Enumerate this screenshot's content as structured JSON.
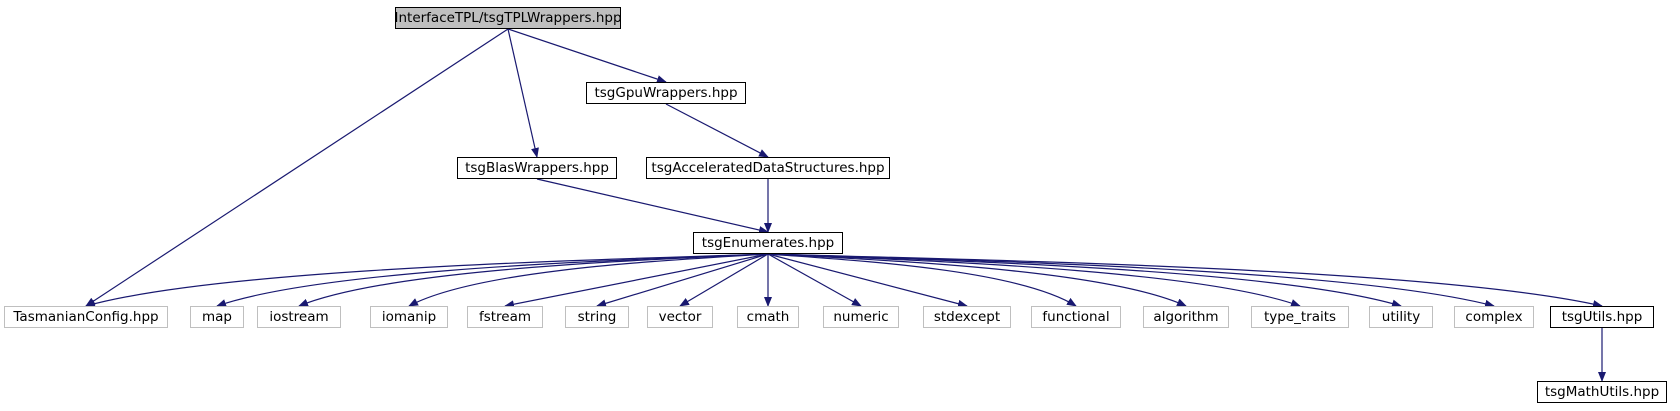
{
  "graph": {
    "root": "InterfaceTPL/tsgTPLWrappers.hpp",
    "nodes": [
      {
        "id": "tpl",
        "label": "InterfaceTPL/tsgTPLWrappers.hpp",
        "kind": "root"
      },
      {
        "id": "gpu",
        "label": "tsgGpuWrappers.hpp",
        "kind": "linked"
      },
      {
        "id": "blas",
        "label": "tsgBlasWrappers.hpp",
        "kind": "linked"
      },
      {
        "id": "accel",
        "label": "tsgAcceleratedDataStructures.hpp",
        "kind": "linked"
      },
      {
        "id": "enum",
        "label": "tsgEnumerates.hpp",
        "kind": "linked"
      },
      {
        "id": "config",
        "label": "TasmanianConfig.hpp",
        "kind": "external"
      },
      {
        "id": "map",
        "label": "map",
        "kind": "external"
      },
      {
        "id": "iostream",
        "label": "iostream",
        "kind": "external"
      },
      {
        "id": "iomanip",
        "label": "iomanip",
        "kind": "external"
      },
      {
        "id": "fstream",
        "label": "fstream",
        "kind": "external"
      },
      {
        "id": "string",
        "label": "string",
        "kind": "external"
      },
      {
        "id": "vector",
        "label": "vector",
        "kind": "external"
      },
      {
        "id": "cmath",
        "label": "cmath",
        "kind": "external"
      },
      {
        "id": "numeric",
        "label": "numeric",
        "kind": "external"
      },
      {
        "id": "stdexcept",
        "label": "stdexcept",
        "kind": "external"
      },
      {
        "id": "functional",
        "label": "functional",
        "kind": "external"
      },
      {
        "id": "algorithm",
        "label": "algorithm",
        "kind": "external"
      },
      {
        "id": "type_traits",
        "label": "type_traits",
        "kind": "external"
      },
      {
        "id": "utility",
        "label": "utility",
        "kind": "external"
      },
      {
        "id": "complex",
        "label": "complex",
        "kind": "external"
      },
      {
        "id": "utils",
        "label": "tsgUtils.hpp",
        "kind": "linked"
      },
      {
        "id": "mathutils",
        "label": "tsgMathUtils.hpp",
        "kind": "linked"
      }
    ],
    "edges": [
      {
        "from": "tpl",
        "to": "gpu"
      },
      {
        "from": "tpl",
        "to": "blas"
      },
      {
        "from": "tpl",
        "to": "config"
      },
      {
        "from": "gpu",
        "to": "accel"
      },
      {
        "from": "blas",
        "to": "enum"
      },
      {
        "from": "accel",
        "to": "enum"
      },
      {
        "from": "enum",
        "to": "config"
      },
      {
        "from": "enum",
        "to": "map"
      },
      {
        "from": "enum",
        "to": "iostream"
      },
      {
        "from": "enum",
        "to": "iomanip"
      },
      {
        "from": "enum",
        "to": "fstream"
      },
      {
        "from": "enum",
        "to": "string"
      },
      {
        "from": "enum",
        "to": "vector"
      },
      {
        "from": "enum",
        "to": "cmath"
      },
      {
        "from": "enum",
        "to": "numeric"
      },
      {
        "from": "enum",
        "to": "stdexcept"
      },
      {
        "from": "enum",
        "to": "functional"
      },
      {
        "from": "enum",
        "to": "algorithm"
      },
      {
        "from": "enum",
        "to": "type_traits"
      },
      {
        "from": "enum",
        "to": "utility"
      },
      {
        "from": "enum",
        "to": "complex"
      },
      {
        "from": "enum",
        "to": "utils"
      },
      {
        "from": "utils",
        "to": "mathutils"
      }
    ]
  },
  "colors": {
    "edge": "#191970",
    "root_fill": "#bfbfbf",
    "node_border": "#000000",
    "external_border": "#bfbfbf",
    "background": "#ffffff"
  }
}
